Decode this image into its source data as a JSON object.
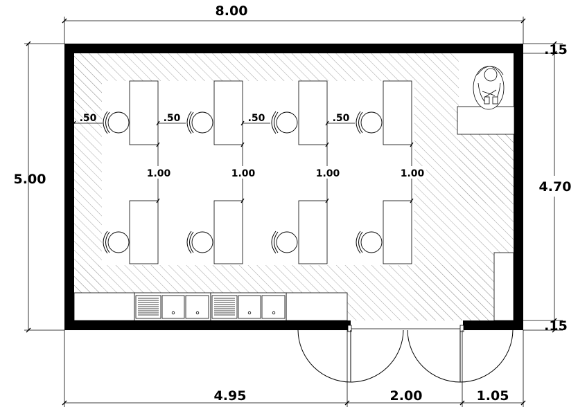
{
  "dimensions": {
    "total_width": "8.00",
    "total_height": "5.00",
    "inner_height": "4.70",
    "wall_top": ".15",
    "wall_bottom": ".15",
    "bottom_left": "4.95",
    "door_opening": "2.00",
    "bottom_right": "1.05"
  },
  "desk_spacing": {
    "gap_wall": ".50",
    "gap_1": ".50",
    "gap_2": ".50",
    "gap_3": ".50",
    "row_gap_1": "1.00",
    "row_gap_2": "1.00",
    "row_gap_3": "1.00",
    "row_gap_4": "1.00"
  }
}
